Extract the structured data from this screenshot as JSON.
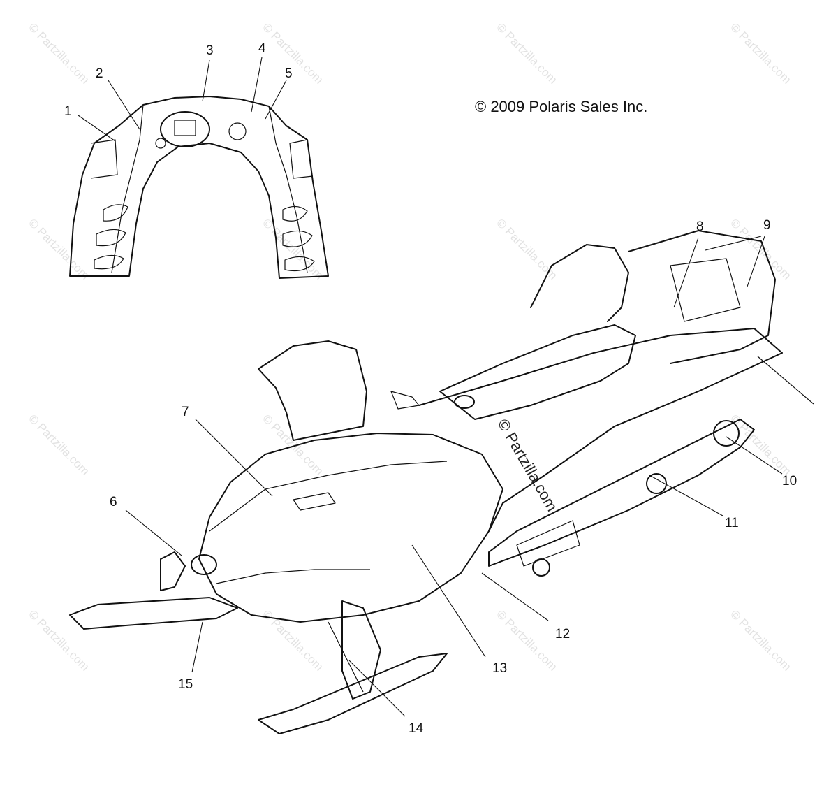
{
  "copyright": "© 2009 Polaris Sales Inc.",
  "watermark": "© Partzilla.com",
  "callouts": [
    "1",
    "2",
    "3",
    "4",
    "5",
    "6",
    "7",
    "8",
    "9",
    "10",
    "11",
    "12",
    "13",
    "14",
    "15"
  ]
}
